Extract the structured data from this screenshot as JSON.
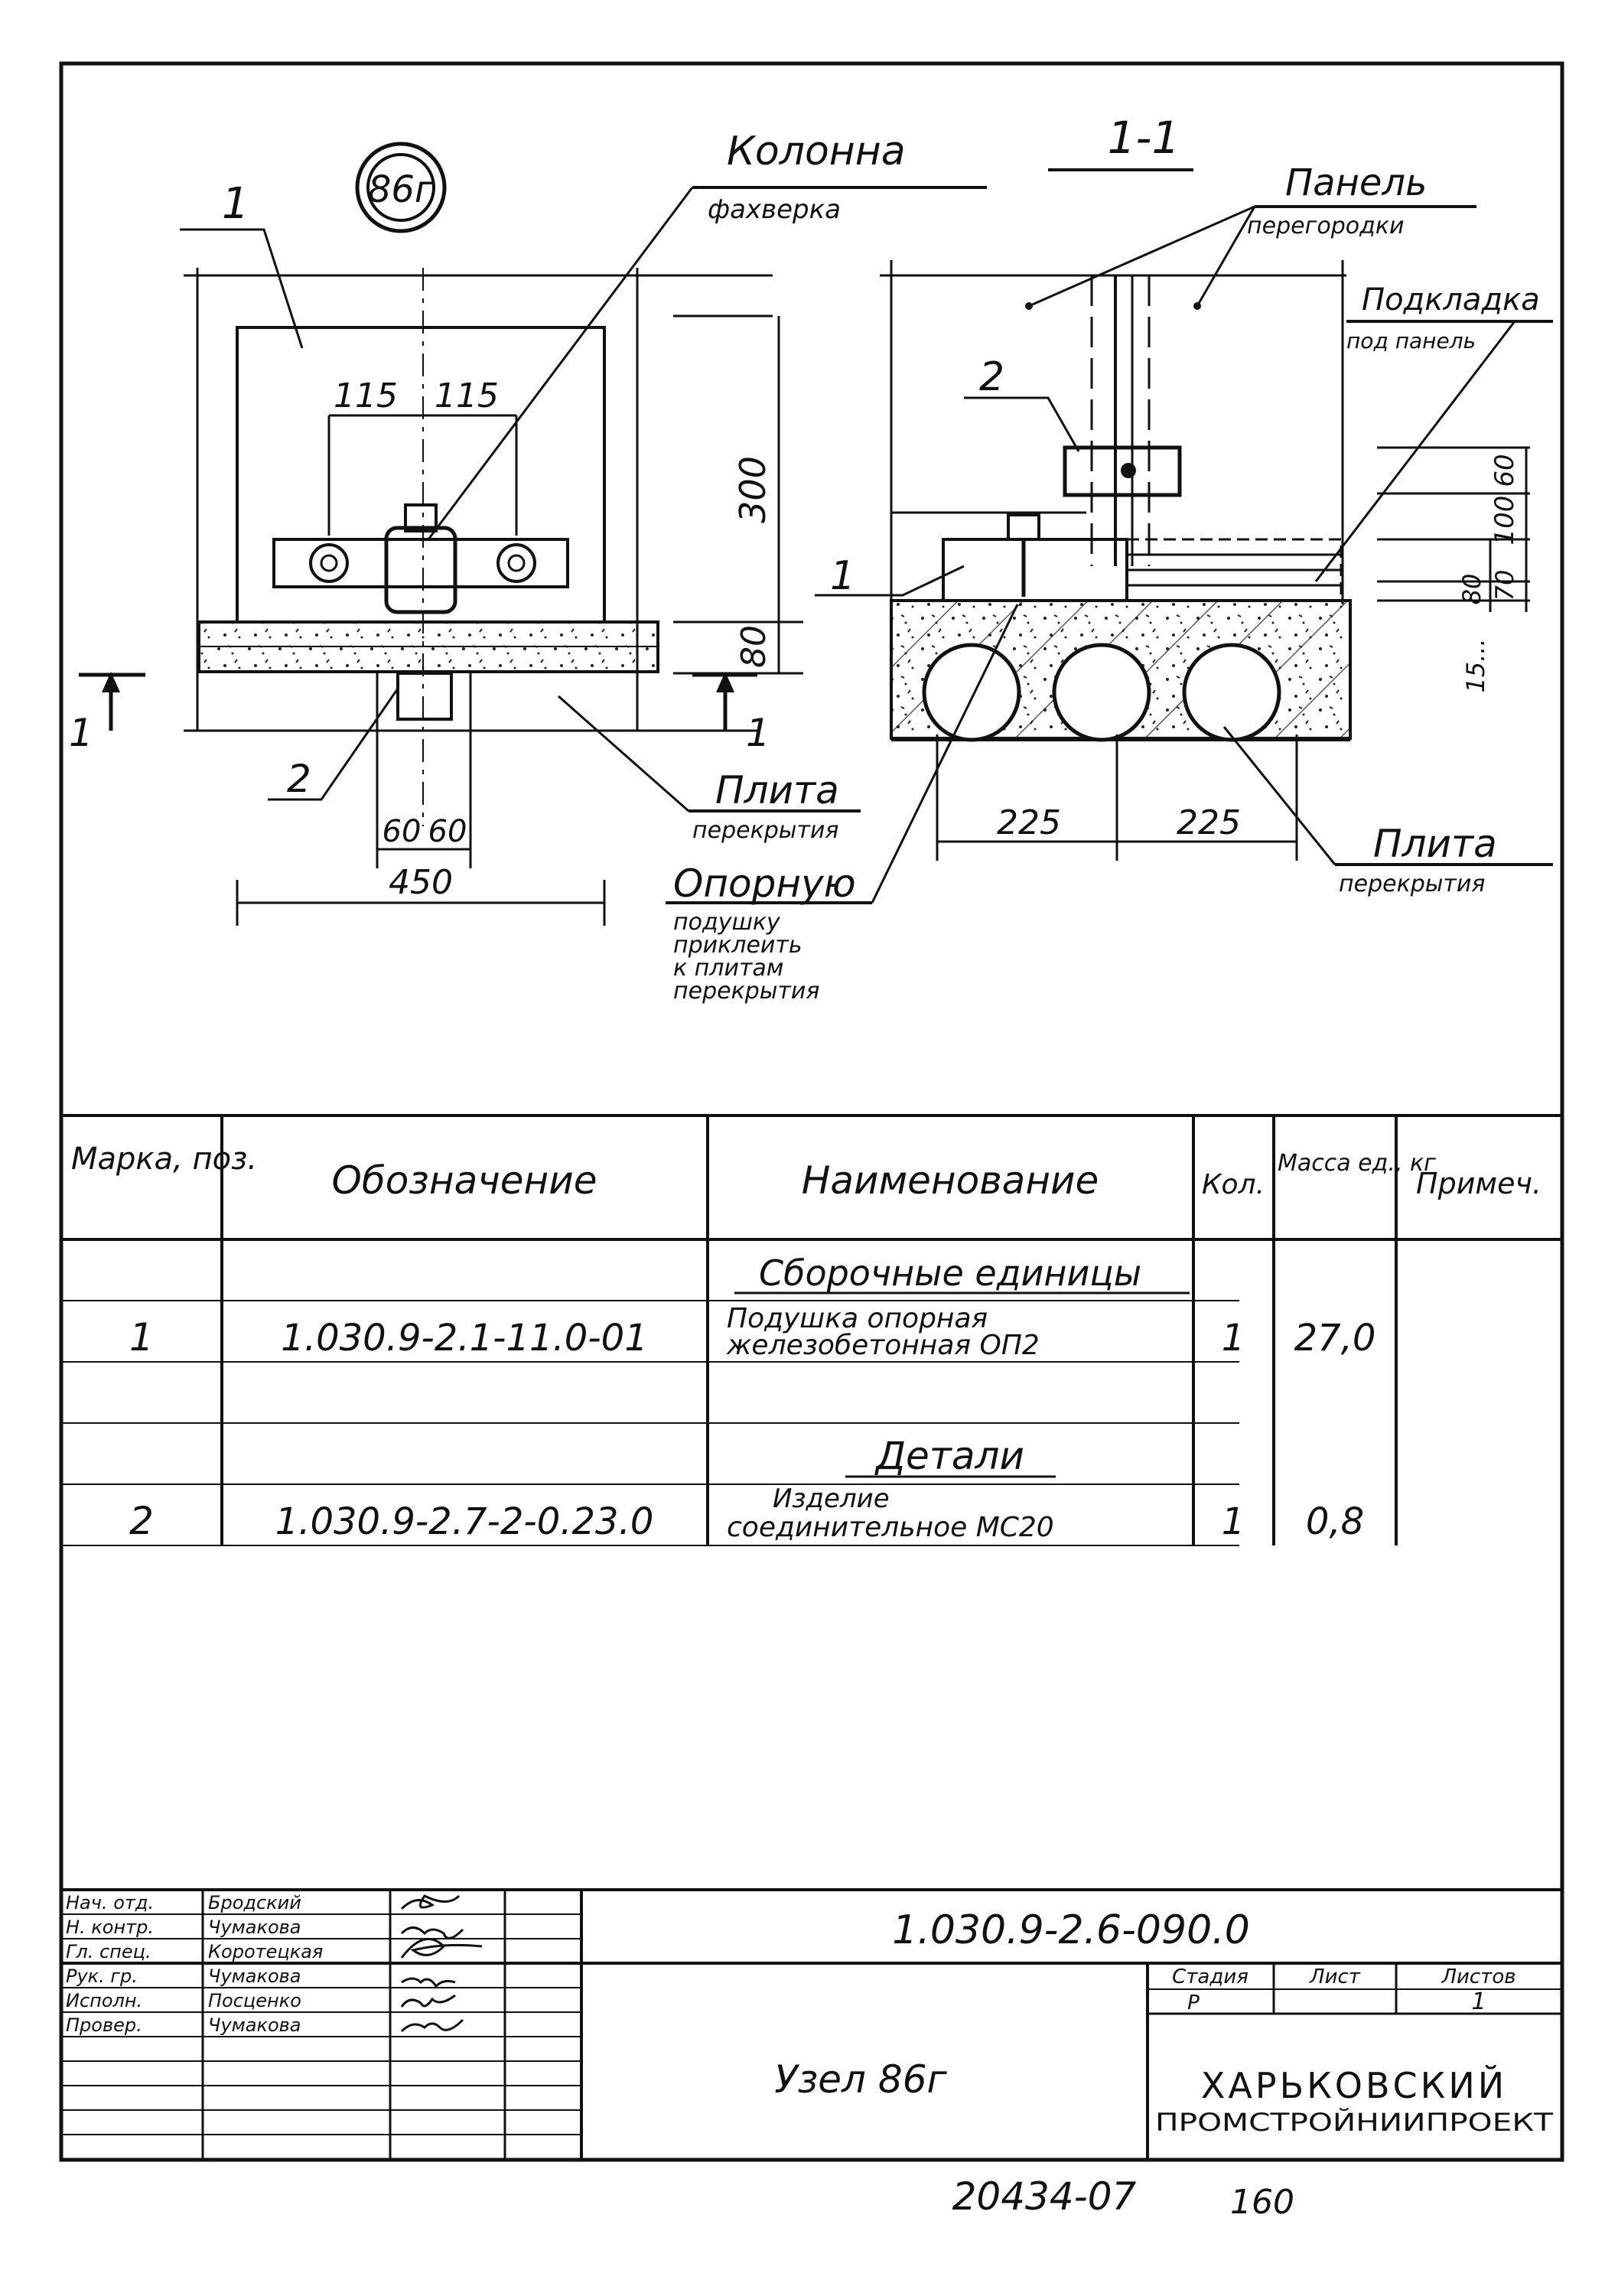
{
  "drawing": {
    "node_label": "86г",
    "section_title": "1-1",
    "section_cut": "1",
    "labels": {
      "kolonna": "Колонна",
      "fakhverka": "фахверка",
      "panel": "Панель",
      "peregorodki": "перегородки",
      "podkladka": "Подкладка",
      "pod_panel": "под панель",
      "plita": "Плита",
      "perekrytiya": "перекрытия",
      "opornuyu": "Опорную",
      "opornuyu_note": [
        "подушку",
        "приклеить",
        "к плитам",
        "перекрытия"
      ]
    },
    "positions": {
      "p1": "1",
      "p2": "2"
    },
    "dims_plan": {
      "d115a": "115",
      "d115b": "115",
      "d300": "300",
      "d80": "80",
      "d60a": "60",
      "d60b": "60",
      "d450": "450"
    },
    "dims_section": {
      "d225a": "225",
      "d225b": "225",
      "d60": "60",
      "d100": "100",
      "d70": "70",
      "d80": "80",
      "d15": "15..."
    }
  },
  "spec": {
    "headers": [
      "Марка, поз.",
      "Обозначение",
      "Наименование",
      "Кол.",
      "Масса ед., кг",
      "Примеч."
    ],
    "group_assembly": "Сборочные единицы",
    "group_parts": "Детали",
    "rows": [
      {
        "pos": "1",
        "code": "1.030.9-2.1-11.0-01",
        "name1": "Подушка опорная",
        "name2": "железобетонная ОП2",
        "qty": "1",
        "mass": "27,0",
        "note": ""
      },
      {
        "pos": "2",
        "code": "1.030.9-2.7-2-0.23.0",
        "name1": "Изделие",
        "name2": "соединительное МС20",
        "qty": "1",
        "mass": "0,8",
        "note": ""
      }
    ]
  },
  "title_block": {
    "roles": [
      "Нач. отд.",
      "Н. контр.",
      "Гл. спец.",
      "Рук. гр.",
      "Исполн.",
      "Провер."
    ],
    "names": [
      "Бродский",
      "Чумакова",
      "Коротецкая",
      "Чумакова",
      "Посценко",
      "Чумакова"
    ],
    "doc_code": "1.030.9-2.6-090.0",
    "title": "Узел 86г",
    "stage_label": "Стадия",
    "sheet_label": "Лист",
    "sheets_label": "Листов",
    "stage": "Р",
    "sheet": "",
    "sheets": "1",
    "org1": "ХАРЬКОВСКИЙ",
    "org2": "ПРОМСТРОЙНИИПРОЕКТ"
  },
  "footer": {
    "archive": "20434-07",
    "page": "160"
  }
}
